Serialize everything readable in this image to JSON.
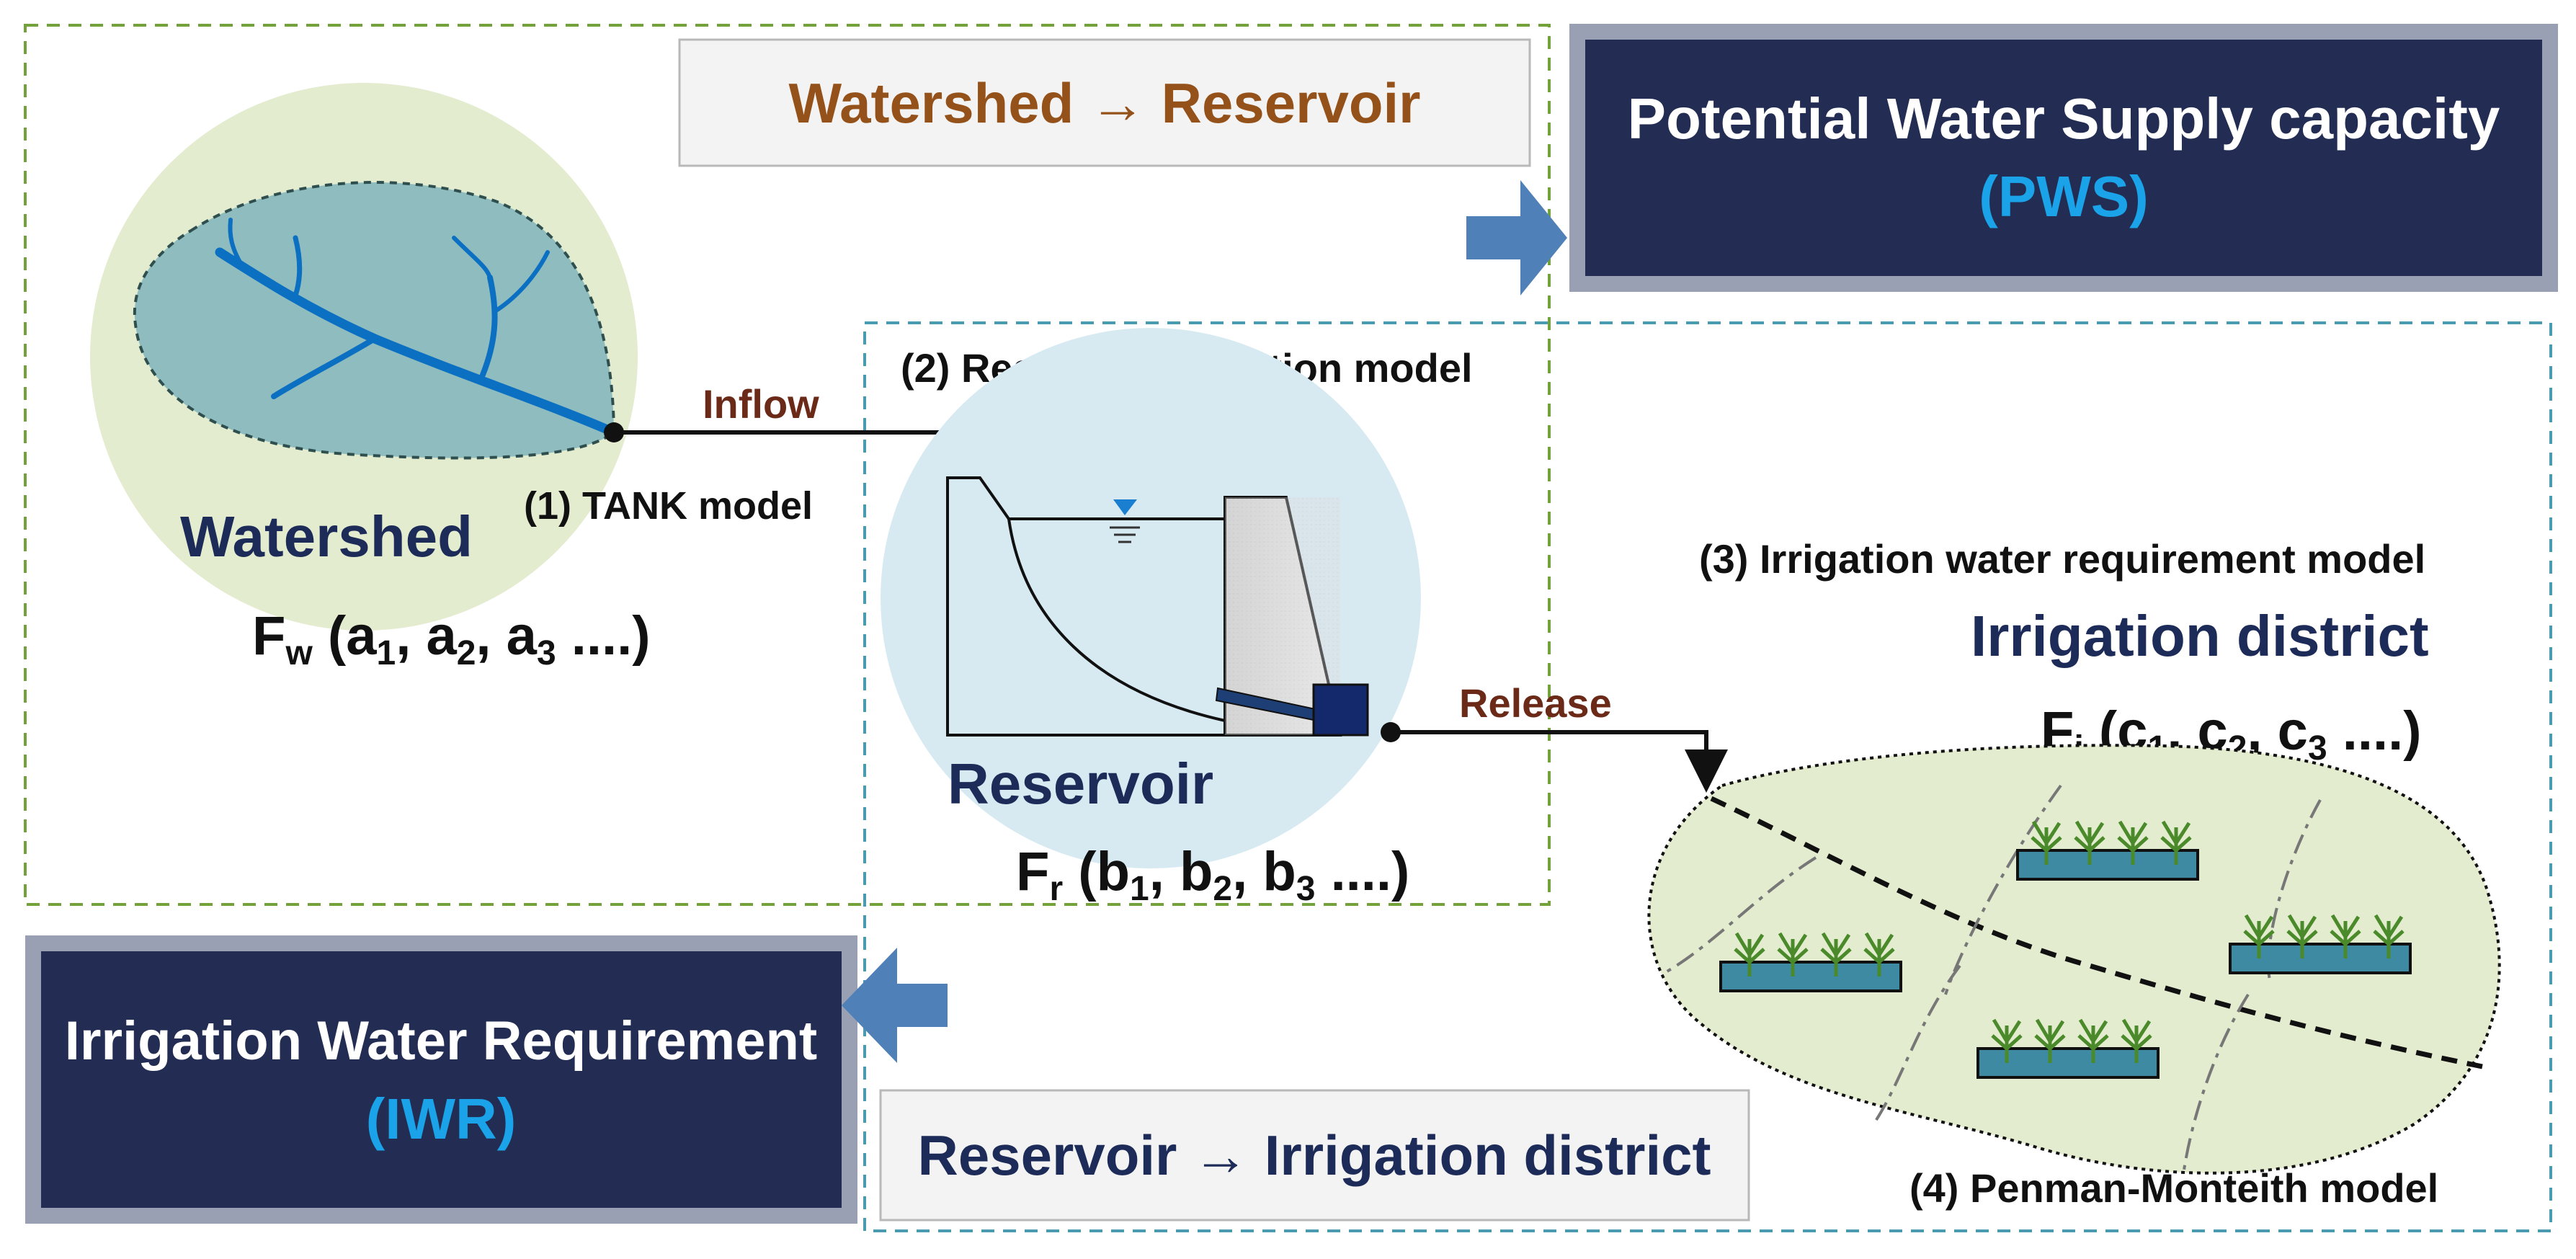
{
  "banners": {
    "watershed_to_reservoir": "Watershed → Reservoir",
    "reservoir_to_district": "Reservoir → Irrigation district"
  },
  "pws_box": {
    "title": "Potential Water Supply capacity",
    "abbr": "(PWS)"
  },
  "iwr_box": {
    "title": "Irrigation Water Requirement",
    "abbr": "(IWR)"
  },
  "watershed": {
    "label": "Watershed",
    "model": "(1) TANK model",
    "func_name": "F",
    "func_sub": "w",
    "params": [
      "a",
      "1",
      "a",
      "2",
      "a",
      "3"
    ]
  },
  "reservoir": {
    "label": "Reservoir",
    "model": "(2) Reservoir operation model",
    "func_name": "F",
    "func_sub": "r",
    "params": [
      "b",
      "1",
      "b",
      "2",
      "b",
      "3"
    ]
  },
  "district": {
    "label": "Irrigation district",
    "model": "(3) Irrigation water requirement model",
    "model2": "(4) Penman-Monteith model",
    "func_name": "F",
    "func_sub": "i",
    "params": [
      "c",
      "1",
      "c",
      "2",
      "c",
      "3"
    ]
  },
  "flows": {
    "inflow": "Inflow",
    "release": "Release"
  },
  "punct": {
    "open": " (",
    "comma": ", ",
    "close": " ....)"
  },
  "colors": {
    "navy_box": "#232c52",
    "box_frame": "#9aa0b4",
    "accent_blue": "#1aa3e8",
    "banner_orange": "#94521a",
    "banner_navy": "#1d2b59",
    "label_navy": "#1d2b59",
    "flow_label": "#6b2a18",
    "arrow_blue": "#4f80b8",
    "dash_green": "#73a13a",
    "dash_teal": "#4a9ab0",
    "stream_blue": "#0b6fc2",
    "soft_green": "#e3eccf",
    "soft_blue": "#d7eaf2"
  }
}
